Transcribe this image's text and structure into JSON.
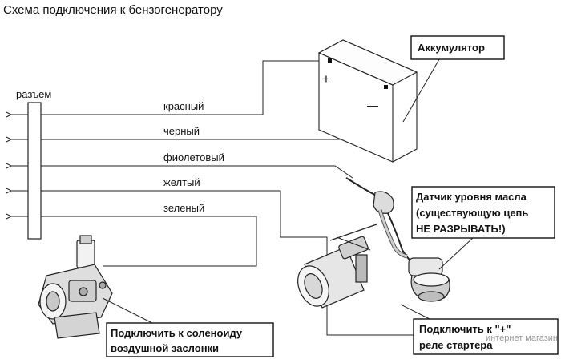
{
  "title": "Схема подключения к бензогенератору",
  "connector_label": "разъем",
  "wires": [
    {
      "label": "красный"
    },
    {
      "label": "черный"
    },
    {
      "label": "фиолетовый"
    },
    {
      "label": "желтый"
    },
    {
      "label": "зеленый"
    }
  ],
  "battery": {
    "label": "Аккумулятор",
    "plus": "+",
    "minus": "—"
  },
  "oil_sensor": {
    "line1": "Датчик уровня масла",
    "line2": "(существующую цепь",
    "line3": "НЕ РАЗРЫВАТЬ!)"
  },
  "solenoid": {
    "line1": "Подключить к соленоиду",
    "line2": "воздушной заслонки"
  },
  "starter_relay": {
    "line1": "Подключить к \"+\"",
    "line2": "реле стартера"
  },
  "watermark": "интернет магазин"
}
